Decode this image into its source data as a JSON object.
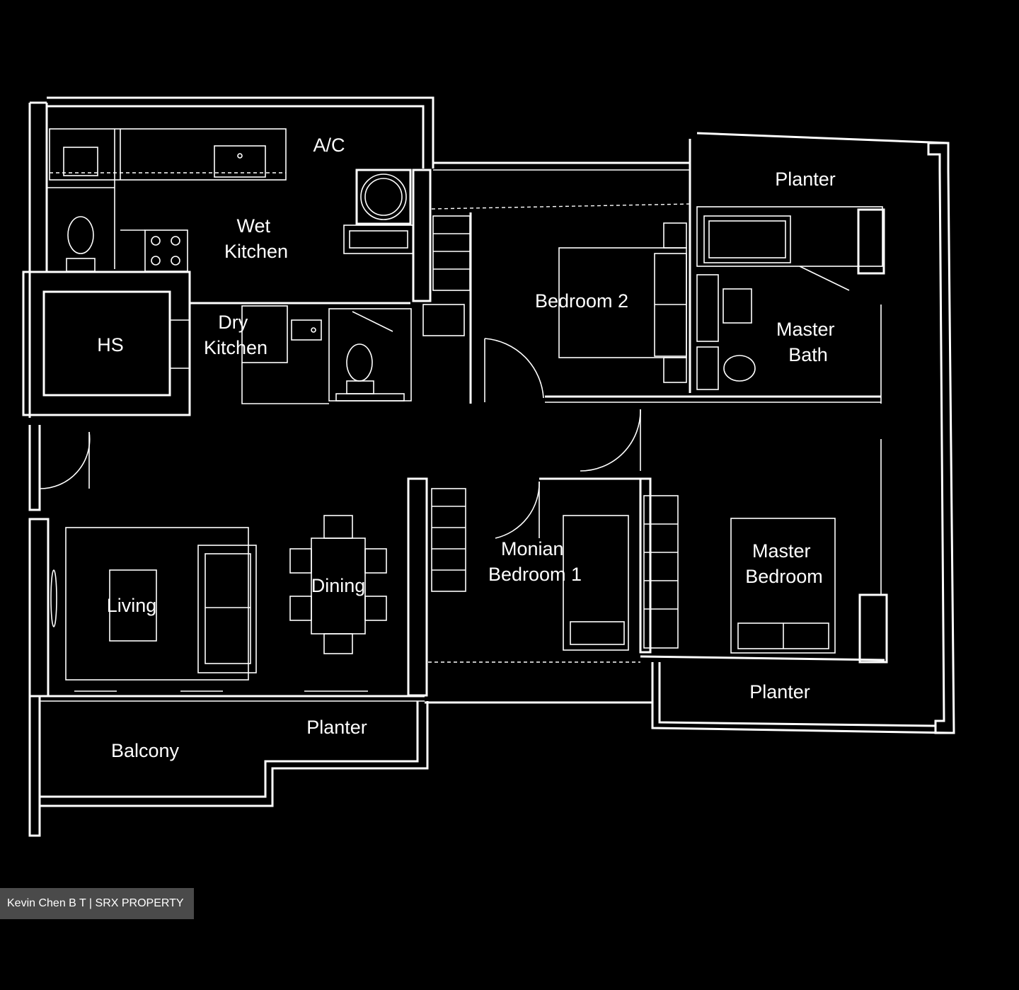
{
  "floor_plan": {
    "rooms": [
      {
        "id": "ac",
        "lines": [
          "A/C"
        ]
      },
      {
        "id": "planter-top",
        "lines": [
          "Planter"
        ]
      },
      {
        "id": "wet-kitchen",
        "lines": [
          "Wet",
          "Kitchen"
        ]
      },
      {
        "id": "bedroom-2",
        "lines": [
          "Bedroom 2"
        ]
      },
      {
        "id": "hs",
        "lines": [
          "HS"
        ]
      },
      {
        "id": "dry-kitchen",
        "lines": [
          "Dry",
          "Kitchen"
        ]
      },
      {
        "id": "master-bath",
        "lines": [
          "Master",
          "Bath"
        ]
      },
      {
        "id": "junior-master",
        "lines": [
          "Monian",
          "Bedroom 1"
        ]
      },
      {
        "id": "master-bedroom",
        "lines": [
          "Master",
          "Bedroom"
        ]
      },
      {
        "id": "living",
        "lines": [
          "Living"
        ]
      },
      {
        "id": "dining",
        "lines": [
          "Dining"
        ]
      },
      {
        "id": "planter-right",
        "lines": [
          "Planter"
        ]
      },
      {
        "id": "planter-bottom",
        "lines": [
          "Planter"
        ]
      },
      {
        "id": "balcony",
        "lines": [
          "Balcony"
        ]
      }
    ]
  },
  "watermark": {
    "text": "Kevin Chen B T | SRX PROPERTY"
  }
}
